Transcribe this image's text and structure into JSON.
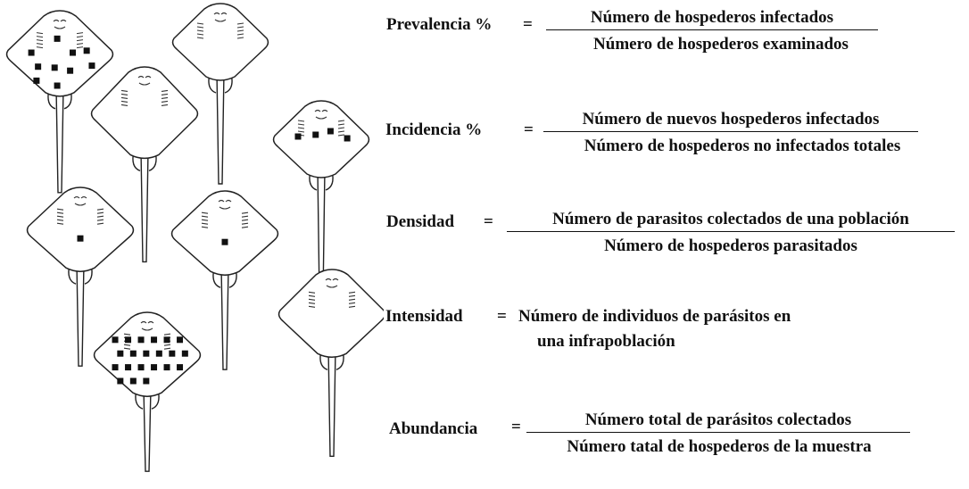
{
  "formulas": [
    {
      "label": "Prevalencia  %",
      "numerator": "Número de hospederos infectados",
      "denominator": "Número de hospederos examinados"
    },
    {
      "label": "Incidencia  %",
      "numerator": "Número de nuevos hospederos infectados",
      "denominator": "Número de hospederos no infectados totales"
    },
    {
      "label": "Densidad",
      "numerator": "Número de parasitos colectados de una población",
      "denominator": "Número de hospederos parasitados"
    },
    {
      "label": "Intensidad",
      "line1": "Número de individuos de parásitos en",
      "line2": "una infrapoblación"
    },
    {
      "label": "Abundancia",
      "numerator": "Número total de parásitos colectados",
      "denominator": "Número tatal de hospederos de la muestra"
    }
  ],
  "equals_sign": "=",
  "rays": [
    {
      "id": "ray-1",
      "parasites": 10
    },
    {
      "id": "ray-2",
      "parasites": 0
    },
    {
      "id": "ray-3",
      "parasites": 0
    },
    {
      "id": "ray-4",
      "parasites": 4
    },
    {
      "id": "ray-5",
      "parasites": 1
    },
    {
      "id": "ray-6",
      "parasites": 1
    },
    {
      "id": "ray-7",
      "parasites": 0
    },
    {
      "id": "ray-8",
      "parasites": 21
    }
  ]
}
